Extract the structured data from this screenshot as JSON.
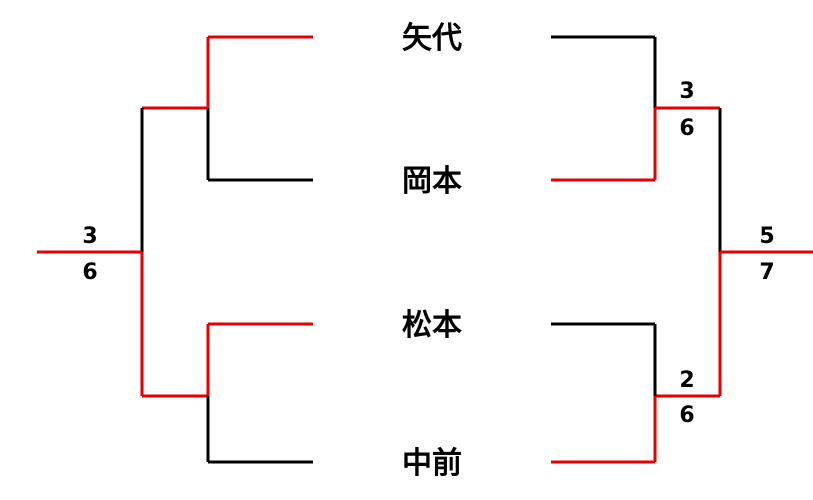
{
  "players": [
    "矢代",
    "岡本",
    "松本",
    "中前"
  ],
  "left_bracket": {
    "final_scores": {
      "top": "3",
      "bottom": "6"
    }
  },
  "right_bracket": {
    "semi_top_scores": {
      "top": "3",
      "bottom": "6"
    },
    "semi_bottom_scores": {
      "top": "2",
      "bottom": "6"
    },
    "final_scores": {
      "top": "5",
      "bottom": "7"
    }
  },
  "colors": {
    "winner_line": "#e60000",
    "loser_line": "#000000"
  }
}
